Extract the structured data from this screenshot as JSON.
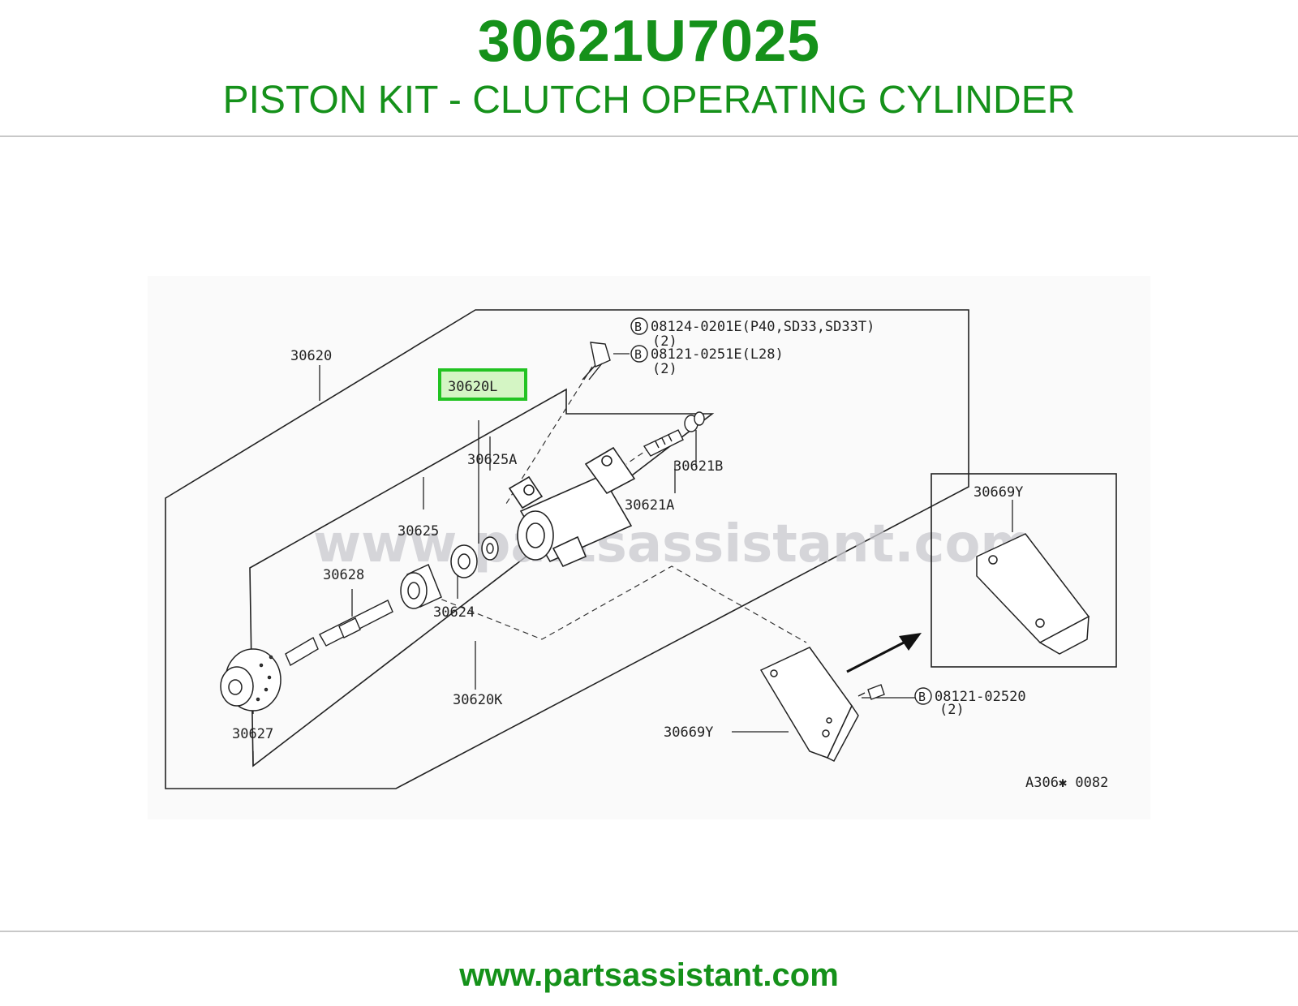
{
  "header": {
    "part_number": "30621U7025",
    "description": "PISTON KIT - CLUTCH OPERATING CYLINDER"
  },
  "diagram": {
    "watermark": "www.partsassistant.com",
    "highlighted_label": "30620L",
    "labels": {
      "l30620": "30620",
      "l30625A": "30625A",
      "l30625": "30625",
      "l30628": "30628",
      "l30624": "30624",
      "l30620K": "30620K",
      "l30627": "30627",
      "l30621A": "30621A",
      "l30621B": "30621B",
      "l30669Y_main": "30669Y",
      "l30669Y_inset": "30669Y",
      "bolt1_code": "08124-0201E(P40,SD33,SD33T)",
      "bolt1_qty": "(2)",
      "bolt2_code": "08121-0251E(L28)",
      "bolt2_qty": "(2)",
      "bolt3_code": "08121-02520",
      "bolt3_qty": "(2)",
      "bolt_symbol": "B",
      "drawing_ref": "A306✱ 0082"
    },
    "colors": {
      "highlight": "#22c322",
      "highlight_fill": "#d4f5c4",
      "watermark": "#c9c9cf",
      "accent": "#15911a"
    }
  },
  "footer": {
    "link": "www.partsassistant.com"
  }
}
